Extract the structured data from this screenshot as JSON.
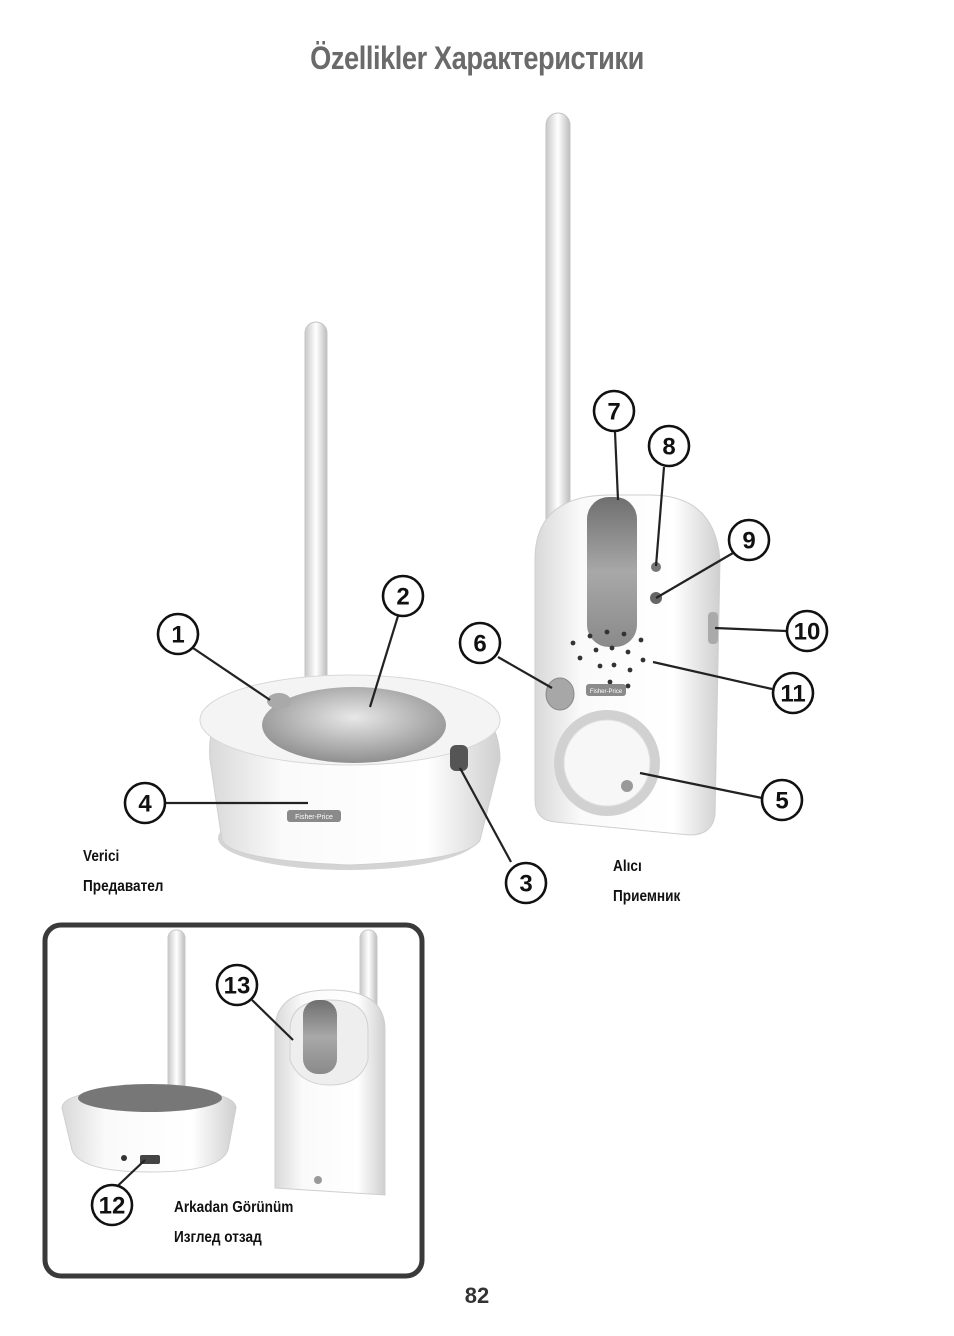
{
  "header": {
    "title": "Özellikler   Характеристики"
  },
  "transmitter": {
    "label_tr": "Verici",
    "label_bg": "Предавател"
  },
  "receiver": {
    "label_tr": "Alıcı",
    "label_bg": "Приемник"
  },
  "back_view": {
    "label_tr": "Arkadan Görünüm",
    "label_bg": "Изглед отзад"
  },
  "brand": {
    "logo_text": "Fisher-Price"
  },
  "callouts": [
    "1",
    "2",
    "3",
    "4",
    "5",
    "6",
    "7",
    "8",
    "9",
    "10",
    "11",
    "12",
    "13"
  ],
  "page": {
    "number": "82"
  }
}
